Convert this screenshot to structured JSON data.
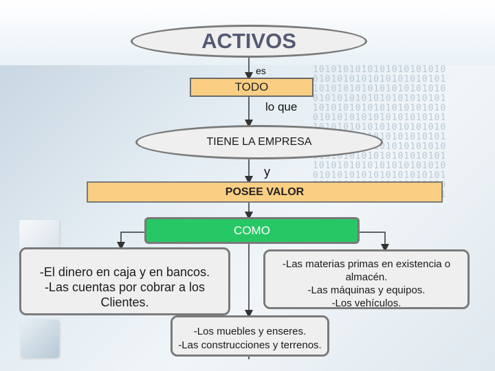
{
  "diagram": {
    "title": "ACTIVOS",
    "connector_es": "es",
    "todo_label": "TODO",
    "connector_lo_que": "lo que",
    "tiene_label": "TIENE LA EMPRESA",
    "connector_y": "y",
    "posee_label": "POSEE VALOR",
    "como_label": "COMO",
    "left_box": {
      "lines": [
        "-El dinero en caja y en bancos.",
        "-Las cuentas por cobrar a los",
        "Clientes."
      ]
    },
    "right_box": {
      "lines": [
        "-Las materias primas en existencia o",
        "almacén.",
        "-Las máquinas y equipos.",
        "-Los vehículos."
      ]
    },
    "bottom_box": {
      "lines": [
        "-Los muebles y enseres.",
        "-Las construcciones y terrenos."
      ]
    }
  },
  "colors": {
    "orange_box": "#fbcf83",
    "green_box": "#27c766",
    "oval_fill": "#efefef",
    "title_text": "#555a73"
  }
}
